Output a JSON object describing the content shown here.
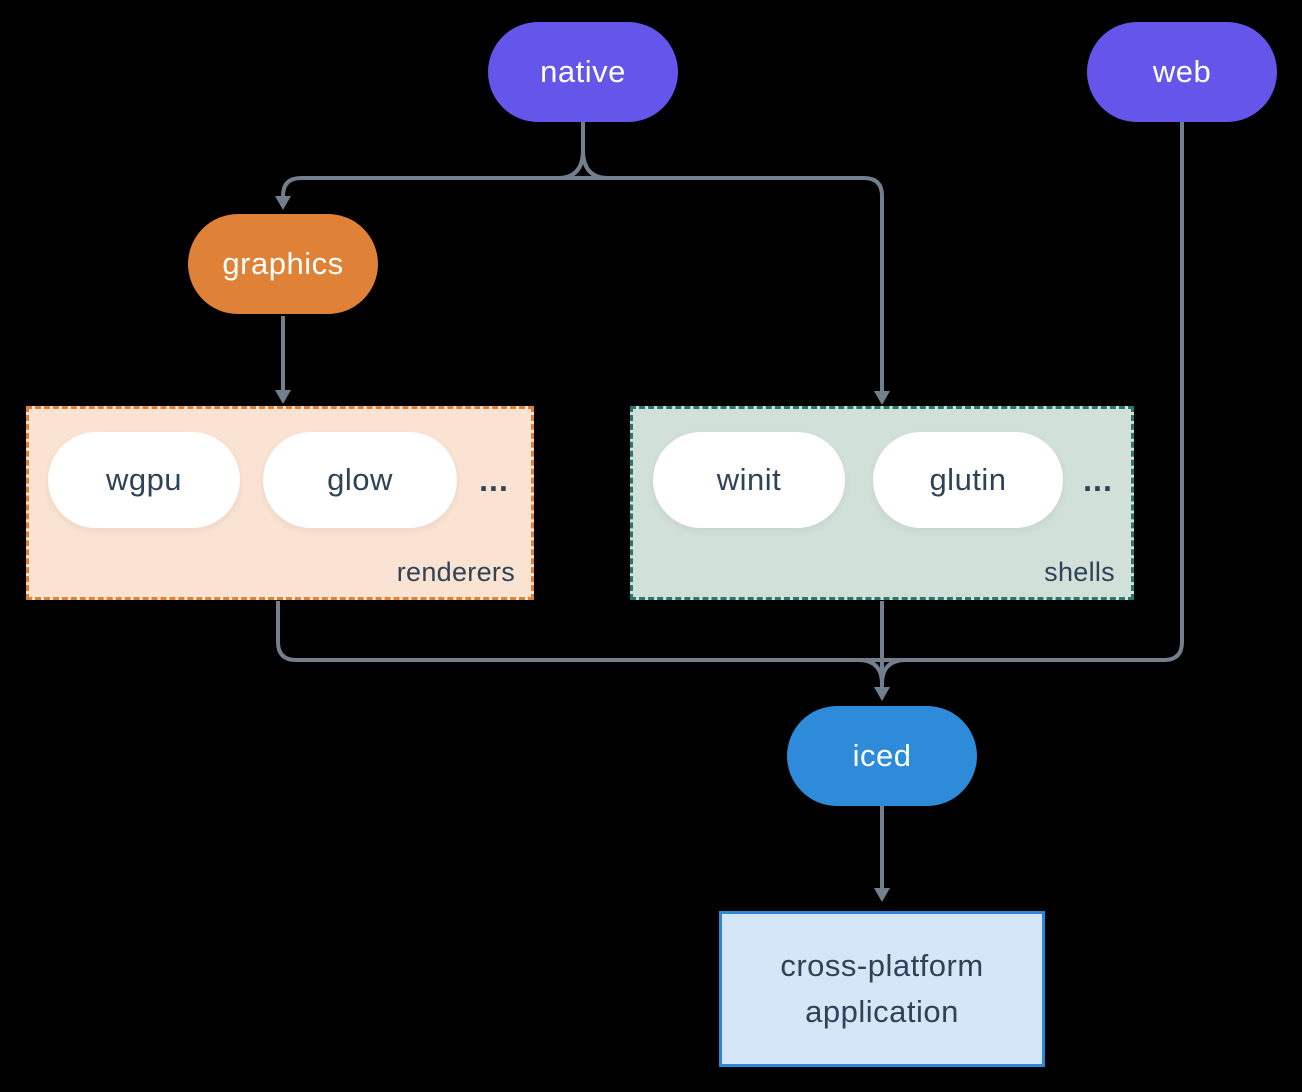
{
  "colors": {
    "background": "#000000",
    "purple": "#6456eb",
    "orange": "#e08138",
    "peach_fill": "#fae3d2",
    "teal_border": "#26796b",
    "sage_fill": "#d2e0da",
    "blue": "#2e8bd9",
    "app_fill": "#d5e6f8",
    "app_border": "#2e86d8",
    "line_gray": "#72808e",
    "dark_text": "#2f4356",
    "pill_text": "#ffffff"
  },
  "nodes": {
    "native": {
      "label": "native"
    },
    "web": {
      "label": "web"
    },
    "graphics": {
      "label": "graphics"
    },
    "iced": {
      "label": "iced"
    },
    "application": {
      "line1": "cross-platform",
      "line2": "application"
    }
  },
  "groups": {
    "renderers": {
      "label": "renderers",
      "items": [
        "wgpu",
        "glow"
      ],
      "ellipsis": "..."
    },
    "shells": {
      "label": "shells",
      "items": [
        "winit",
        "glutin"
      ],
      "ellipsis": "..."
    }
  }
}
